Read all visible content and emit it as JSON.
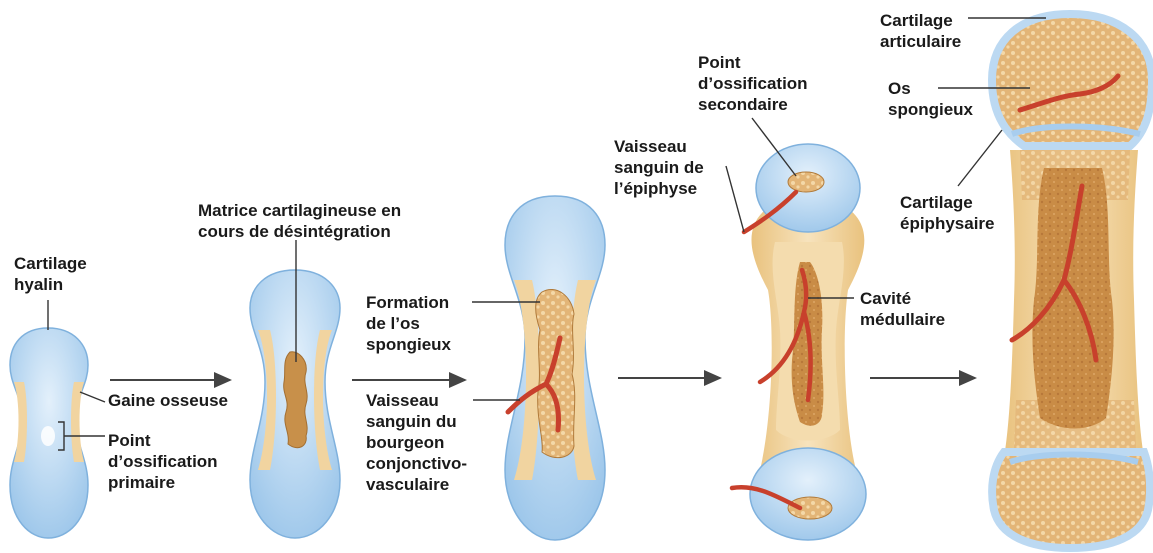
{
  "colors": {
    "cartilage": "#bcd9f2",
    "cartilage_edge": "#7fb1dd",
    "bone_collar": "#f1d4a0",
    "spongy_bone": "#d7a45c",
    "vessel": "#c8402c",
    "line": "#333333",
    "arrow": "#444444"
  },
  "labels": {
    "cartilage_hyalin": "Cartilage\nhyalin",
    "gaine_osseuse": "Gaine osseuse",
    "point_primaire": "Point\nd’ossification\nprimaire",
    "matrice": "Matrice cartilagineuse en\ncours de désintégration",
    "formation_os": "Formation\nde l’os\nspongieux",
    "vaisseau_bourgeon": "Vaisseau\nsanguin du\nbourgeon\nconjonctivo-\nvasculaire",
    "point_secondaire": "Point\nd’ossification\nsecondaire",
    "vaisseau_epiphyse": "Vaisseau\nsanguin de\nl’épiphyse",
    "cavite": "Cavité\nmédullaire",
    "cartilage_articulaire": "Cartilage\narticulaire",
    "os_spongieux": "Os\nspongieux",
    "cartilage_epiphysaire": "Cartilage\népiphysaire"
  }
}
